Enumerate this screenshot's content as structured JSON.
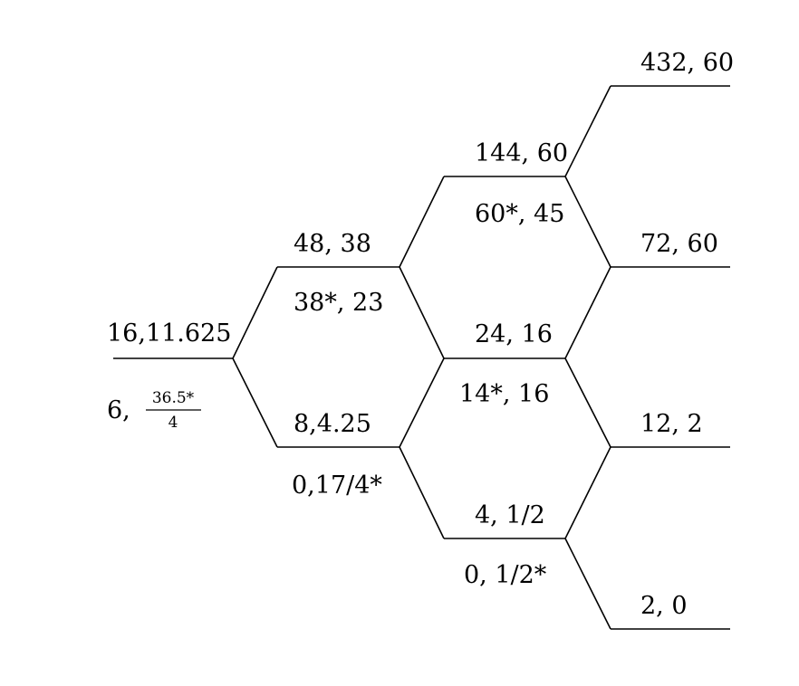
{
  "diagram": {
    "nodes": [
      {
        "id": "root",
        "upper": "16,11.625",
        "lower": "6,"
      },
      {
        "id": "level1-top",
        "upper": "48, 38",
        "lower": "38*, 23"
      },
      {
        "id": "level1-bottom",
        "upper": "8,4.25",
        "lower": "0,17/4*"
      },
      {
        "id": "level2-top",
        "upper": "144, 60",
        "lower": "60*, 45"
      },
      {
        "id": "level2-middle",
        "upper": "24, 16",
        "lower": "14*, 16"
      },
      {
        "id": "level2-bottom",
        "upper": "4, 1/2",
        "lower": "0, 1/2*"
      },
      {
        "id": "leaf-1",
        "label": "432, 60"
      },
      {
        "id": "leaf-2",
        "label": "72, 60"
      },
      {
        "id": "leaf-3",
        "label": "12, 2"
      },
      {
        "id": "leaf-4",
        "label": "2, 0"
      }
    ],
    "root_fraction": {
      "numerator": "36.5*",
      "denominator": "4"
    }
  }
}
